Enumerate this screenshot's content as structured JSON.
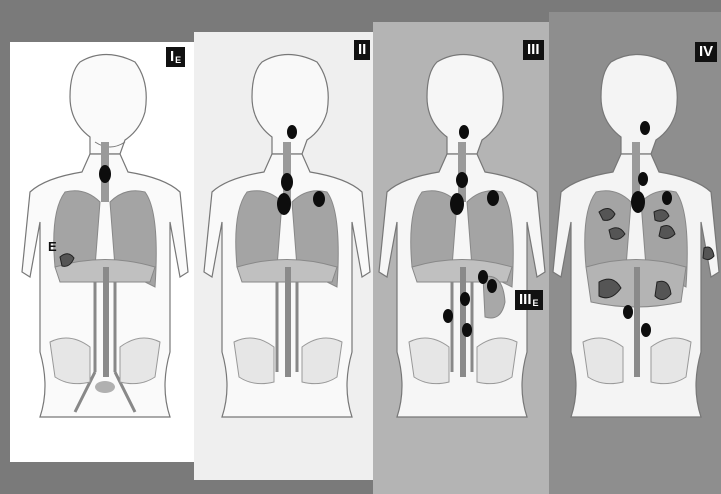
{
  "stages": [
    {
      "id": "IE",
      "label": "I",
      "sub": "E",
      "bg": "#ffffff"
    },
    {
      "id": "II",
      "label": "II",
      "sub": "",
      "bg": "#efefef"
    },
    {
      "id": "III",
      "label": "III",
      "sub": "",
      "bg": "#b4b4b4"
    },
    {
      "id": "IV",
      "label": "IV",
      "sub": "",
      "bg": "#8e8e8e"
    }
  ],
  "extra_labels": {
    "IIIE": {
      "label": "III",
      "sub": "E"
    },
    "E_marker": "E"
  },
  "colors": {
    "node": "#0d0d0d",
    "organ": "#9a9a9a",
    "lesion": "#555555",
    "outline": "#6a6a6a"
  }
}
